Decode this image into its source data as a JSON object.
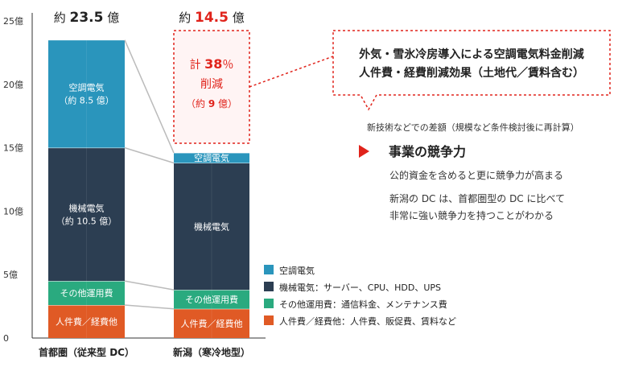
{
  "colors": {
    "aircon": "#2a95bc",
    "machine": "#2c3e52",
    "other": "#2aaa7f",
    "labor": "#e05a25",
    "accent": "#e0231b",
    "axis": "#333333",
    "connector": "#bbbbbb",
    "callout_border": "#e0231b",
    "note_border": "#e0231b"
  },
  "chart_data": {
    "type": "bar",
    "stacked": true,
    "ylim": [
      0,
      25
    ],
    "yticks": [
      0,
      5,
      10,
      15,
      20,
      25
    ],
    "ytick_labels": [
      "0",
      "5億",
      "10億",
      "15億",
      "20億",
      "25億"
    ],
    "categories": [
      "首都圏（従来型 DC）",
      "新潟（寒冷地型）"
    ],
    "series": [
      {
        "key": "labor",
        "name": "人件費／経費他",
        "values": [
          2.6,
          2.3
        ]
      },
      {
        "key": "other",
        "name": "その他運用費",
        "values": [
          1.9,
          1.5
        ]
      },
      {
        "key": "machine",
        "name": "機械電気",
        "values": [
          10.5,
          10.0
        ]
      },
      {
        "key": "aircon",
        "name": "空調電気",
        "values": [
          8.5,
          0.8
        ]
      }
    ],
    "totals": [
      {
        "prefix": "約 ",
        "value": "23.5",
        "suffix": " 億"
      },
      {
        "prefix": "約 ",
        "value": "14.5",
        "suffix": " 億"
      }
    ],
    "segment_labels": {
      "aircon": [
        [
          "空調電気",
          "（約 8.5 億）"
        ],
        [
          "空調電気"
        ]
      ],
      "machine": [
        [
          "機械電気",
          "（約 10.5 億）"
        ],
        [
          "機械電気"
        ]
      ],
      "other": [
        [
          "その他運用費"
        ],
        [
          "その他運用費"
        ]
      ],
      "labor": [
        [
          "人件費／経費他"
        ],
        [
          "人件費／経費他"
        ]
      ]
    },
    "reduction": {
      "line1_prefix": "計 ",
      "line1_value": "38",
      "line1_suffix": "％",
      "line2": "削減",
      "line3_prefix": "（約 ",
      "line3_value": "9",
      "line3_suffix": " 億）"
    },
    "note_box": {
      "line1": "外気・雪氷冷房導入による空調電気料金削減",
      "line2": "人件費・経費削減効果（土地代／賃料含む）"
    },
    "annotation": "新技術などでの差額（規模など条件検討後に再計算）",
    "competitiveness": {
      "heading": "事業の競争力",
      "line1": "公的資金を含めると更に競争力が高まる",
      "line2": "新潟の DC は、首都圏型の DC に比べて",
      "line3": "非常に強い競争力を持つことがわかる"
    },
    "legend": [
      {
        "key": "aircon",
        "label": "空調電気"
      },
      {
        "key": "machine",
        "label": "機械電気：サーバー、CPU、HDD、UPS"
      },
      {
        "key": "other",
        "label": "その他運用費：通信料金、メンテナンス費"
      },
      {
        "key": "labor",
        "label": "人件費／経費他：人件費、販促費、賃料など"
      }
    ]
  }
}
